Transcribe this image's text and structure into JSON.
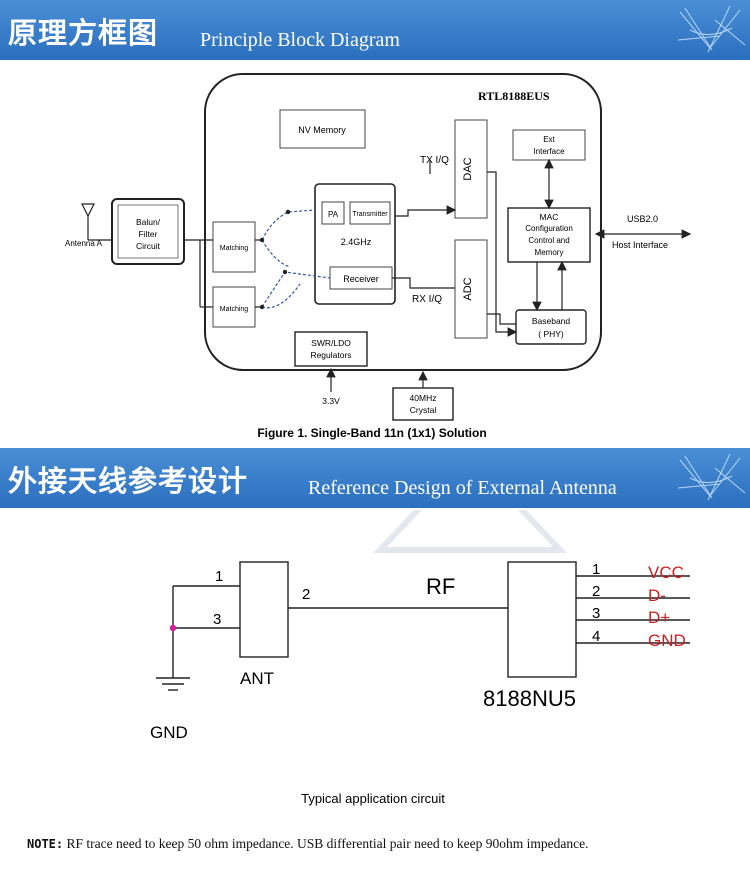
{
  "banner1": {
    "title_cn": "原理方框图",
    "title_en": "Principle Block Diagram"
  },
  "banner2": {
    "title_cn": "外接天线参考设计",
    "title_en": "Reference Design of External Antenna"
  },
  "block_diagram": {
    "chip": "RTL8188EUS",
    "nv_memory": "NV Memory",
    "ext_interface": [
      "Ext",
      "Interface"
    ],
    "dac": "DAC",
    "adc": "ADC",
    "tx_iq": "TX I/Q",
    "rx_iq": "RX I/Q",
    "pa": "PA",
    "transmitter": "Transmitter",
    "freq": "2.4GHz",
    "receiver": "Receiver",
    "mac": [
      "MAC",
      "Configuration",
      "Control and",
      "Memory"
    ],
    "baseband": [
      "Baseband",
      "( PHY)"
    ],
    "usb": "USB2.0",
    "host_interface": "Host Interface",
    "balun": [
      "Balun/",
      "Filter",
      "Circuit"
    ],
    "antenna": "Antenna A",
    "matching": "Matching",
    "swr": [
      "SWR/LDO",
      "Regulators"
    ],
    "v33": "3.3V",
    "crystal": [
      "40MHz",
      "Crystal"
    ],
    "figure_caption": "Figure 1. Single-Band 11n (1x1) Solution"
  },
  "circuit": {
    "ant_pins": [
      "1",
      "3",
      "2"
    ],
    "ant_label": "ANT",
    "rf": "RF",
    "gnd": "GND",
    "chip_label": "8188NU5",
    "chip_pins": [
      {
        "num": "1",
        "name": "VCC"
      },
      {
        "num": "2",
        "name": "D-"
      },
      {
        "num": "3",
        "name": "D+"
      },
      {
        "num": "4",
        "name": "GND"
      }
    ],
    "caption": "Typical application circuit"
  },
  "note": {
    "label": "NOTE:",
    "text": "RF trace need to keep 50 ohm impedance. USB differential pair need to keep 90ohm impedance."
  },
  "colors": {
    "banner": "#2b6fbf",
    "pin_red": "#cc1f1f",
    "junction": "#d81b9c"
  }
}
